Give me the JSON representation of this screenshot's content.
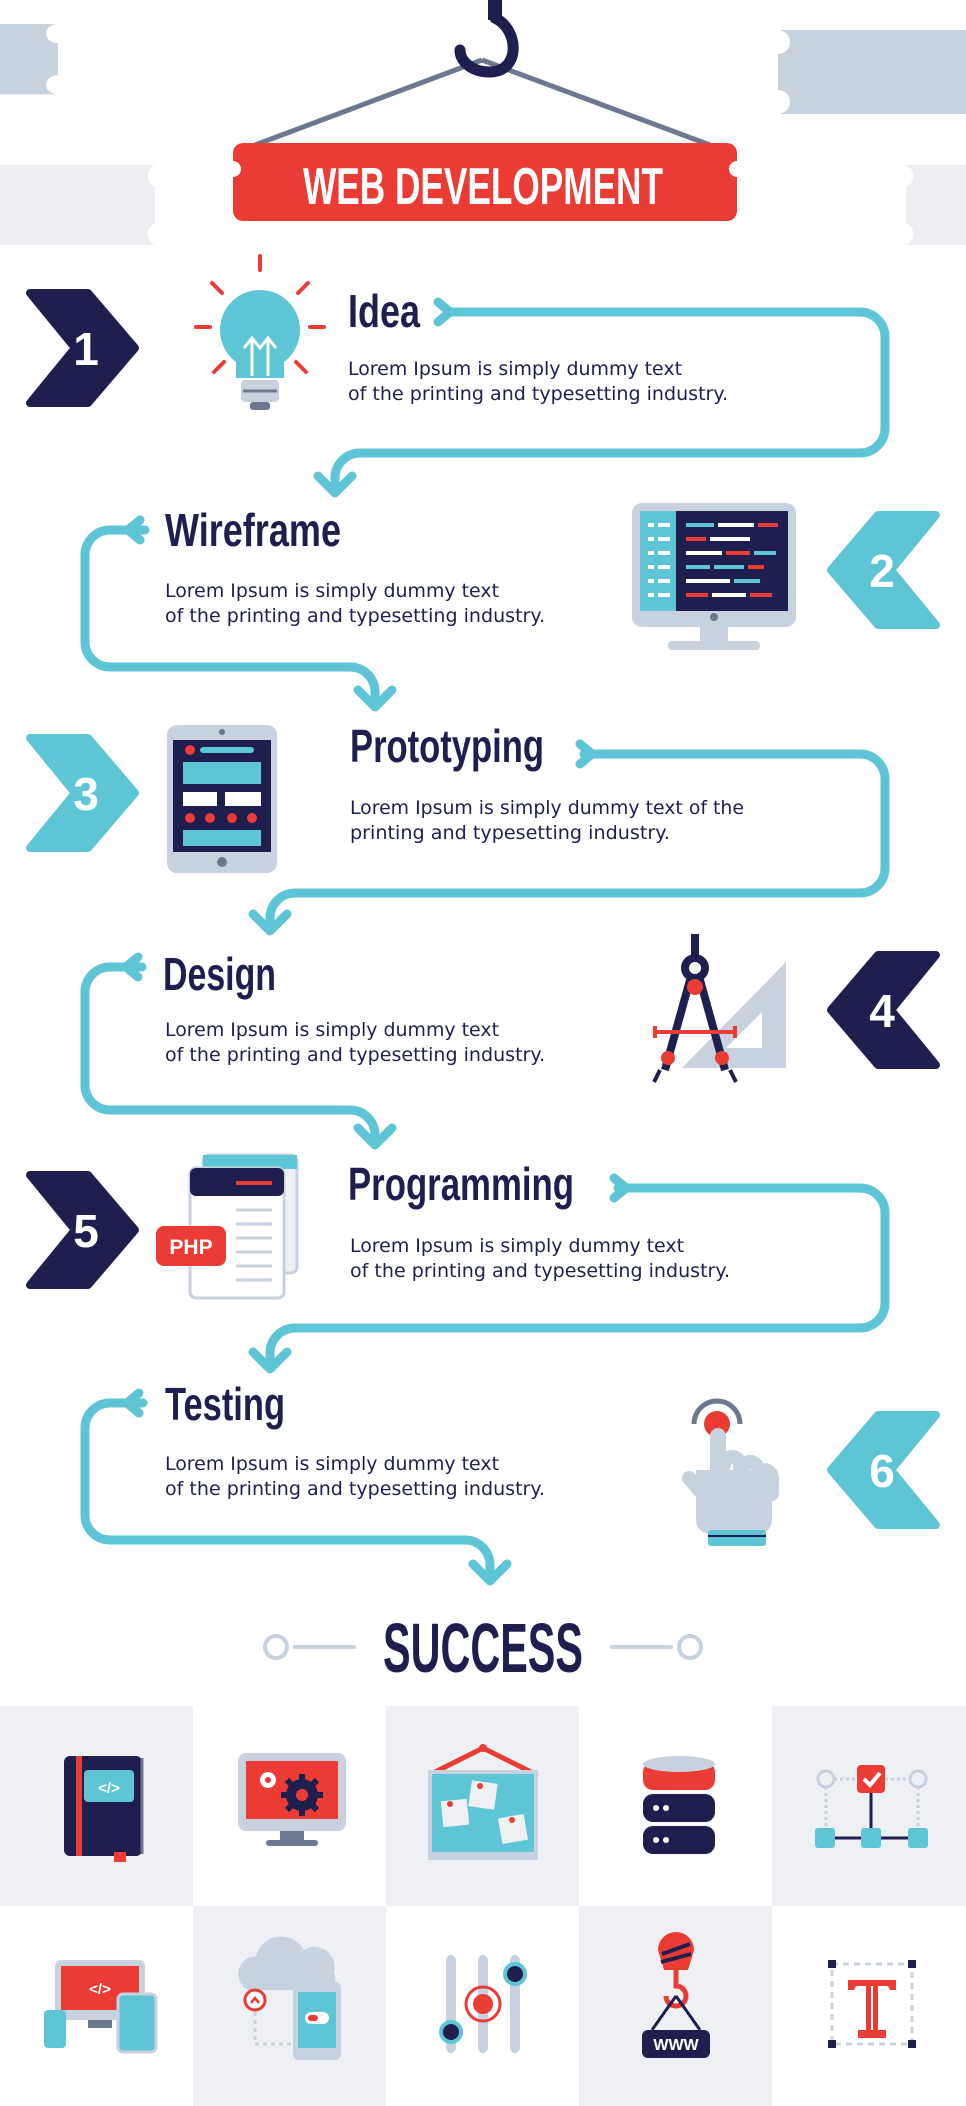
{
  "header": {
    "title": "WEB DEVELOPMENT"
  },
  "steps": [
    {
      "number": "1",
      "title": "Idea",
      "line1": "Lorem Ipsum is simply dummy text",
      "line2": "of the printing and typesetting industry."
    },
    {
      "number": "2",
      "title": "Wireframe",
      "line1": "Lorem Ipsum is simply dummy text",
      "line2": "of the printing and typesetting industry."
    },
    {
      "number": "3",
      "title": "Prototyping",
      "line1": "Lorem Ipsum is simply dummy text of the",
      "line2": "printing and typesetting industry."
    },
    {
      "number": "4",
      "title": "Design",
      "line1": "Lorem Ipsum is simply dummy text",
      "line2": "of the printing and typesetting industry."
    },
    {
      "number": "5",
      "title": "Programming",
      "line1": "Lorem Ipsum is simply dummy text",
      "line2": "of the printing and typesetting industry."
    },
    {
      "number": "6",
      "title": "Testing",
      "line1": "Lorem Ipsum is simply dummy text",
      "line2": "of the printing and typesetting industry."
    }
  ],
  "success": {
    "label": "SUCCESS"
  },
  "icons": {
    "php_label": "PHP",
    "code_label": "</>",
    "www_label": "WWW"
  },
  "colors": {
    "navy": "#1e1f4f",
    "teal": "#5ec5d6",
    "red": "#ea3b35",
    "gray": "#c8d1de",
    "light": "#eef0f4"
  }
}
